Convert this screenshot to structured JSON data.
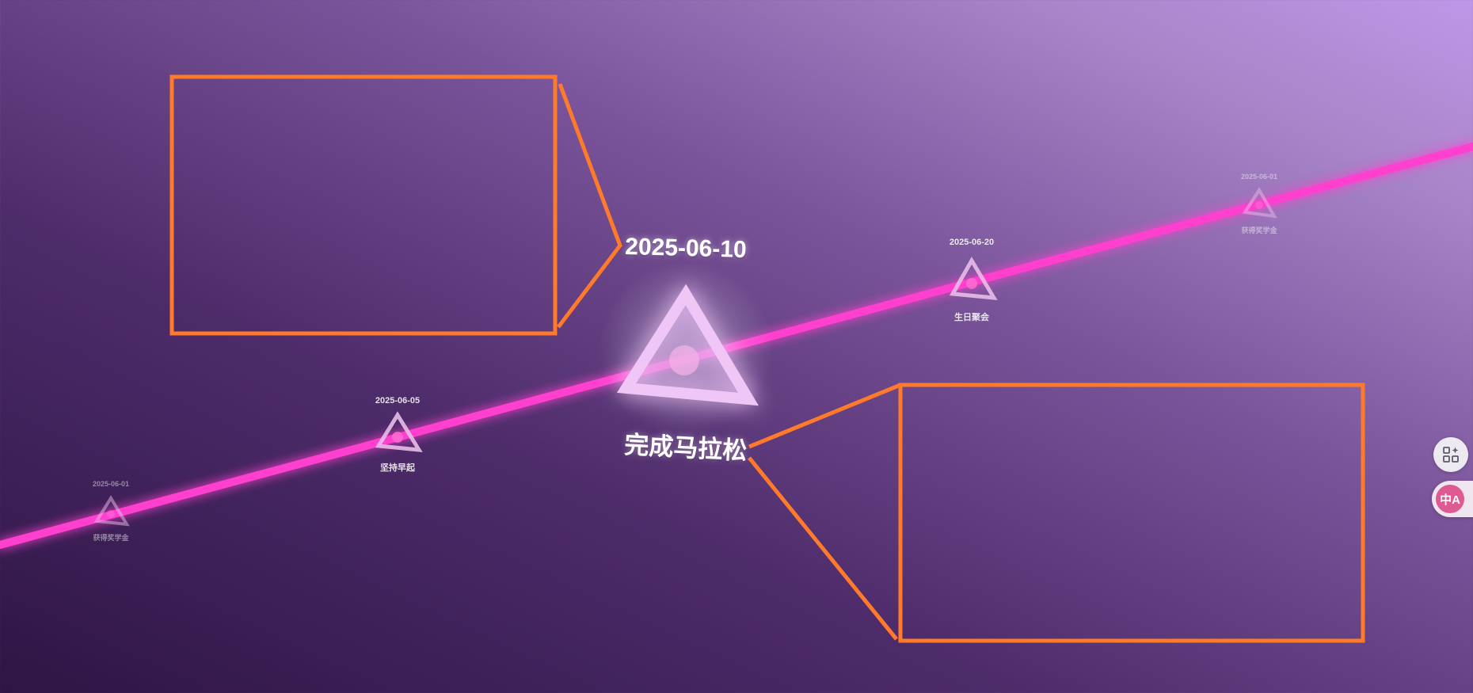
{
  "timeline": {
    "line_color": "#ff3fcf",
    "focused_event": {
      "date": "2025-06-10",
      "title": "完成马拉松"
    },
    "events": [
      {
        "date": "2025-06-01",
        "title": "获得奖学金"
      },
      {
        "date": "2025-06-05",
        "title": "坚持早起"
      },
      {
        "date": "2025-06-20",
        "title": "生日聚会"
      },
      {
        "date": "2025-06-01",
        "title": "获得奖学金"
      }
    ]
  },
  "annotation": {
    "box_color": "#ff7a2a"
  },
  "side_toolbar": {
    "apps_icon": "apps-sparkle-icon",
    "translate_icon": "translate-icon",
    "translate_glyph": "中A"
  }
}
